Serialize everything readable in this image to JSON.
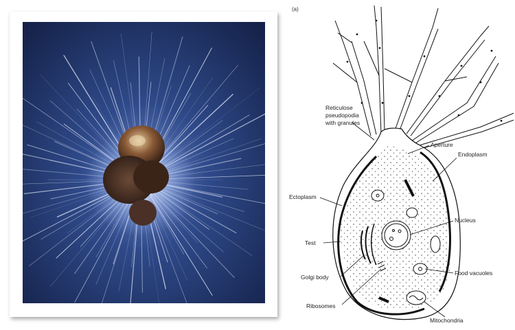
{
  "figure": {
    "panel_tag": "(a)",
    "labels": {
      "pseudopodia": [
        "Reticulose",
        "pseudopodia",
        "with granules"
      ],
      "aperture": "Aperture",
      "endoplasm": "Endoplasm",
      "ectoplasm": "Ectoplasm",
      "nucleus": "Nucleus",
      "test": "Test",
      "golgi": "Golgi body",
      "food_vacuoles": "Food vacuoles",
      "ribosomes": "Ribosomes",
      "mitochondria": "Mitochondria"
    }
  },
  "colors": {
    "photo_bg_dark": "#14224a",
    "photo_bg_light": "#3a5a9c",
    "ray": "#e8f0ff",
    "shell_brown": "#5a3a28",
    "shell_gold": "#b08a5a",
    "line": "#111111",
    "frame": "#ffffff"
  }
}
